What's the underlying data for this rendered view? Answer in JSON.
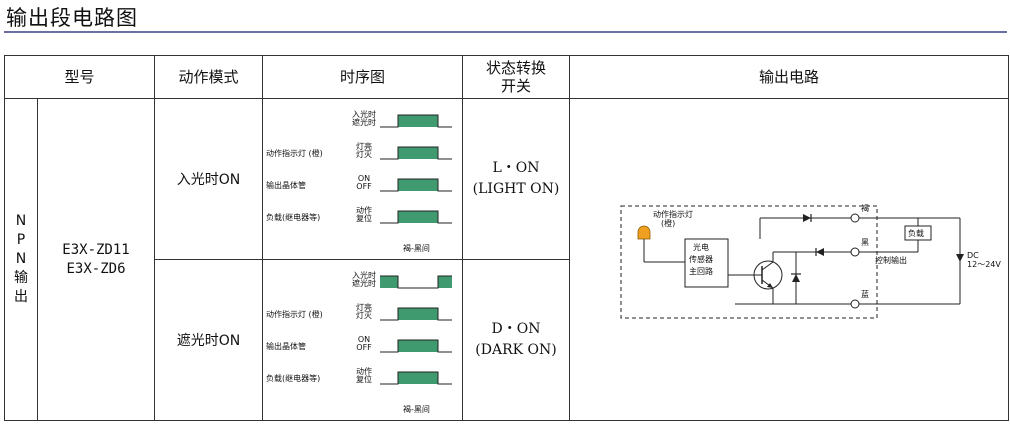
{
  "page": {
    "title": "输出段电路图"
  },
  "table": {
    "headers": {
      "model": "型号",
      "mode": "动作模式",
      "timing": "时序图",
      "switch": "状态转换\n开关",
      "circuit": "输出电路"
    },
    "output_type": "NPN输出",
    "models": [
      "E3X-ZD11",
      "E3X-ZD6"
    ],
    "rows": [
      {
        "mode": "入光时ON",
        "switch_line1": "L・ON",
        "switch_line2": "(LIGHT ON)",
        "timing": {
          "top_states": [
            "入光时",
            "遮光时"
          ],
          "signals": [
            {
              "label": "动作指示灯 (橙)",
              "states": [
                "灯亮",
                "灯灭"
              ]
            },
            {
              "label": "输出晶体管",
              "states": [
                "ON",
                "OFF"
              ]
            },
            {
              "label": "负载(继电器等)",
              "states": [
                "动作",
                "复位"
              ]
            }
          ],
          "footer": "褐-黑间"
        }
      },
      {
        "mode": "遮光时ON",
        "switch_line1": "D・ON",
        "switch_line2": "(DARK ON)",
        "timing": {
          "top_states": [
            "入光时",
            "遮光时"
          ],
          "signals": [
            {
              "label": "动作指示灯 (橙)",
              "states": [
                "灯亮",
                "灯灭"
              ]
            },
            {
              "label": "输出晶体管",
              "states": [
                "ON",
                "OFF"
              ]
            },
            {
              "label": "负载(继电器等)",
              "states": [
                "动作",
                "复位"
              ]
            }
          ],
          "footer": "褐-黑间"
        }
      }
    ],
    "circuit": {
      "indicator_label_1": "动作指示灯",
      "indicator_label_2": "(橙)",
      "main_circuit_1": "光电",
      "main_circuit_2": "传感器",
      "main_circuit_3": "主回路",
      "wire_brown": "褐",
      "wire_black": "黑",
      "wire_blue": "蓝",
      "load": "负载",
      "control_output": "控制输出",
      "dc_label": "DC",
      "dc_range": "12～24V"
    },
    "colors": {
      "wave_fill": "#3f9a6f",
      "lamp": "#f0a020",
      "rule": "#6b6fa3"
    }
  }
}
